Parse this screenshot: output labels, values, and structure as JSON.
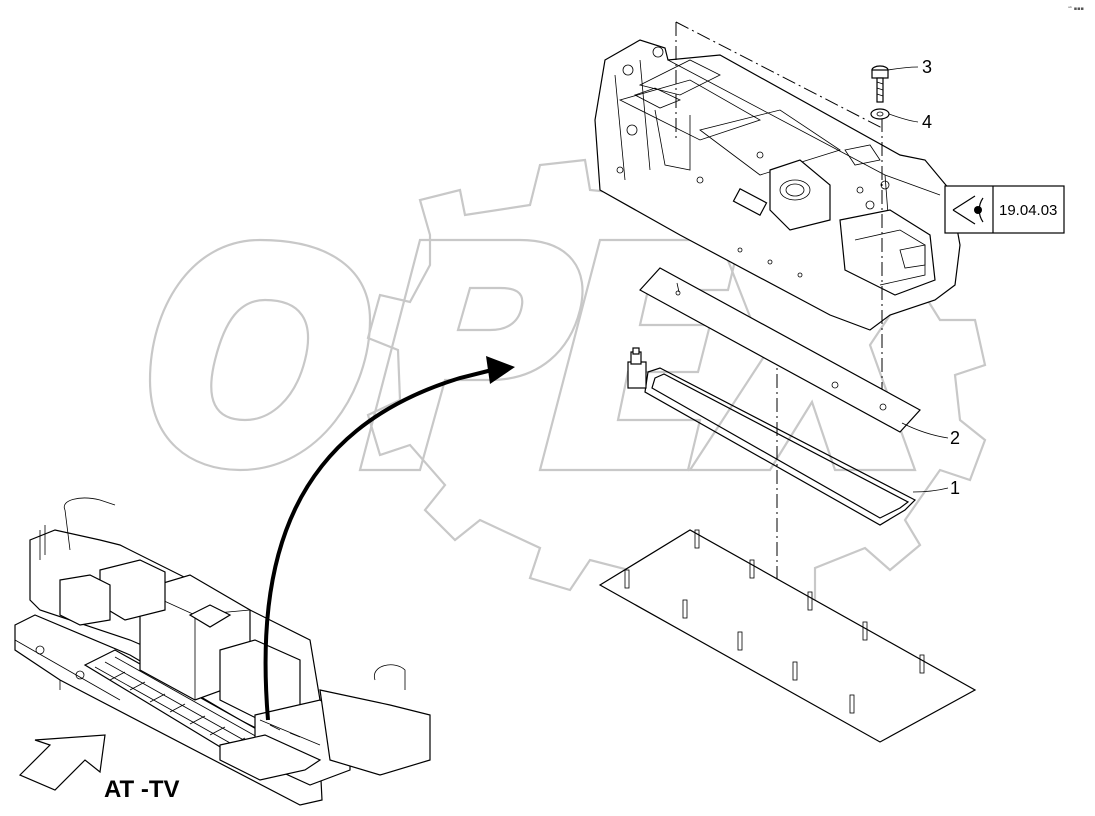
{
  "watermark": {
    "text": "OPEX",
    "color": "#c8c8c8"
  },
  "callouts": [
    {
      "number": "1"
    },
    {
      "number": "2"
    },
    {
      "number": "3"
    },
    {
      "number": "4"
    }
  ],
  "reference": {
    "label": "19.04.03",
    "icon": "eye-icon"
  },
  "view": {
    "label": "AT -TV",
    "icon": "direction-arrow-icon"
  },
  "corner_mark": "ᵃᵇ ▪▪▪"
}
